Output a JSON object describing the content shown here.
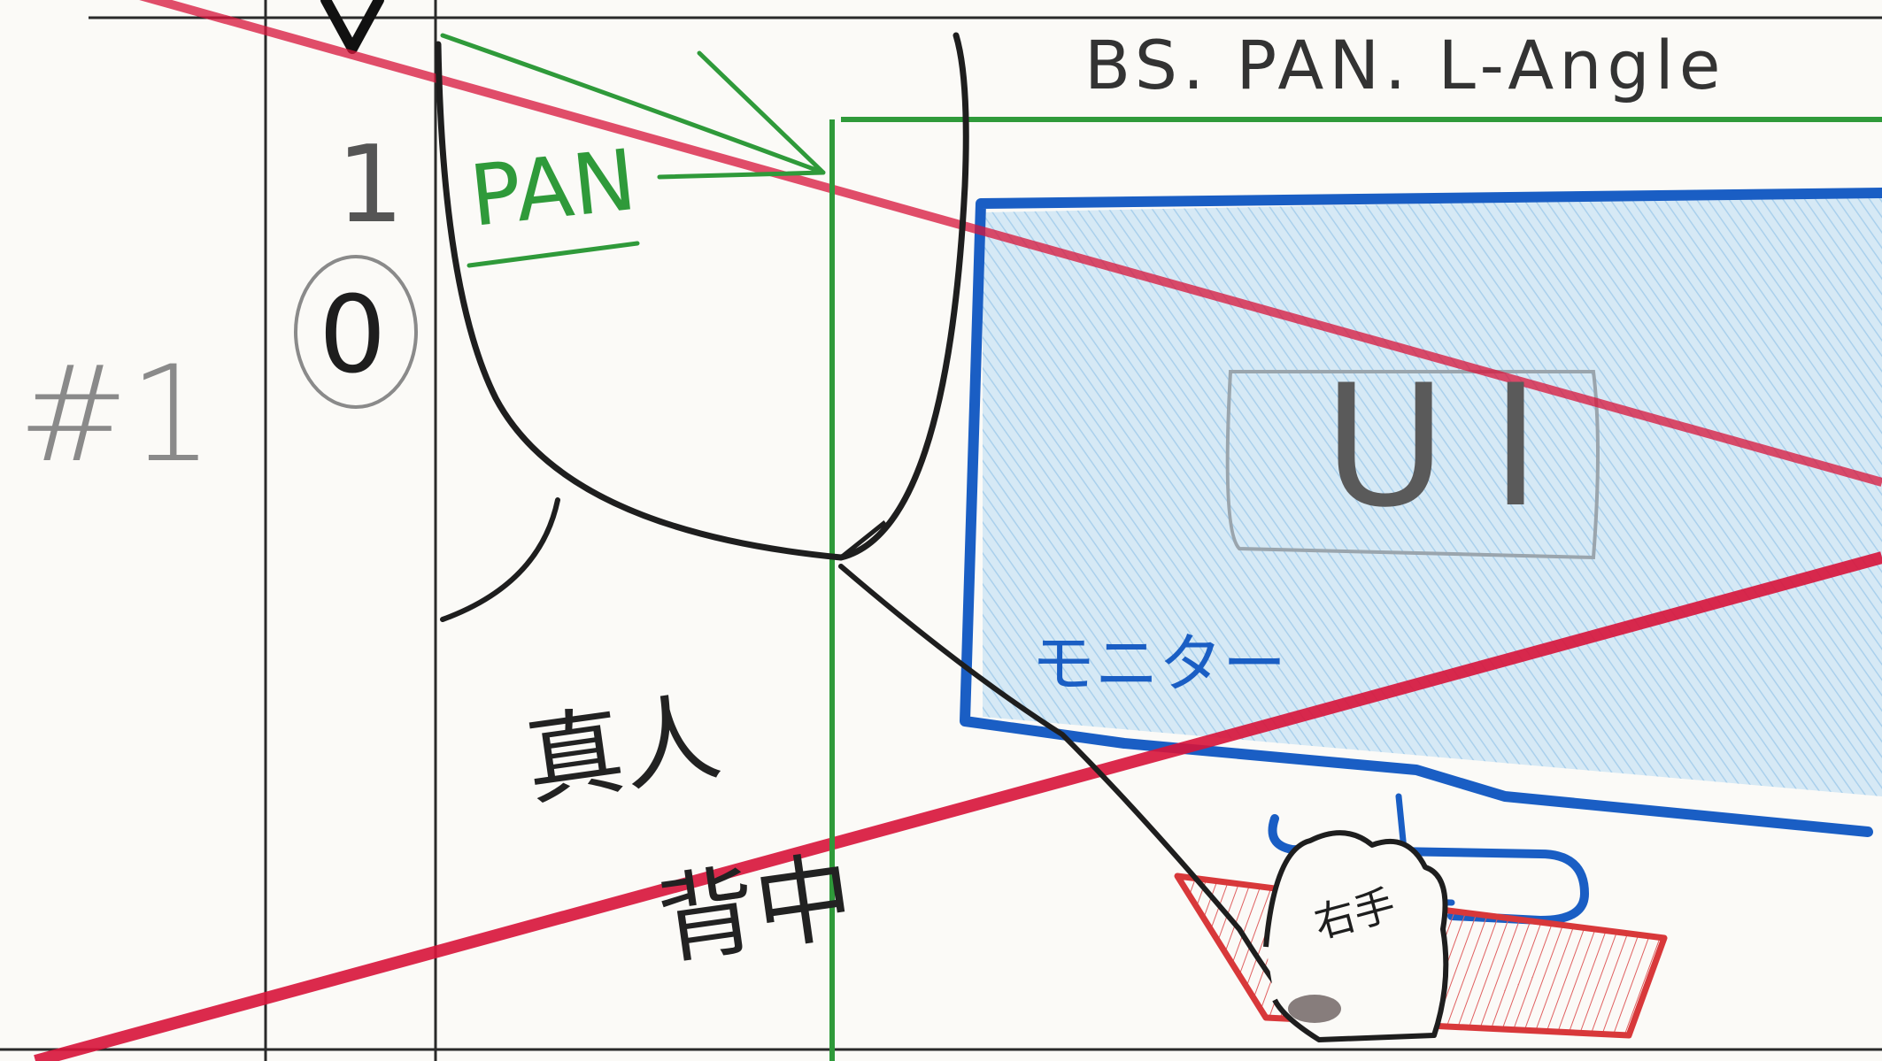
{
  "storyboard": {
    "cut_number": "#1",
    "duration_digit_top": "1",
    "duration_digit_circled": "0",
    "camera_note": "BS. PAN. L-Angle",
    "pan_label": "PAN",
    "screen_text": "UI",
    "monitor_label": "モニター",
    "back_label_1": "真人",
    "back_label_2": "背中",
    "mouse_label": "右手"
  },
  "colors": {
    "paper": "#fbfaf7",
    "pencil": "#1e1e1e",
    "grid": "#2a2a2a",
    "camera_green": "#2f9a3a",
    "monitor_blue": "#1a5ec4",
    "screen_fill": "#b9daf0",
    "frame_red": "#d8143a",
    "mouse_red": "#d8383a"
  }
}
